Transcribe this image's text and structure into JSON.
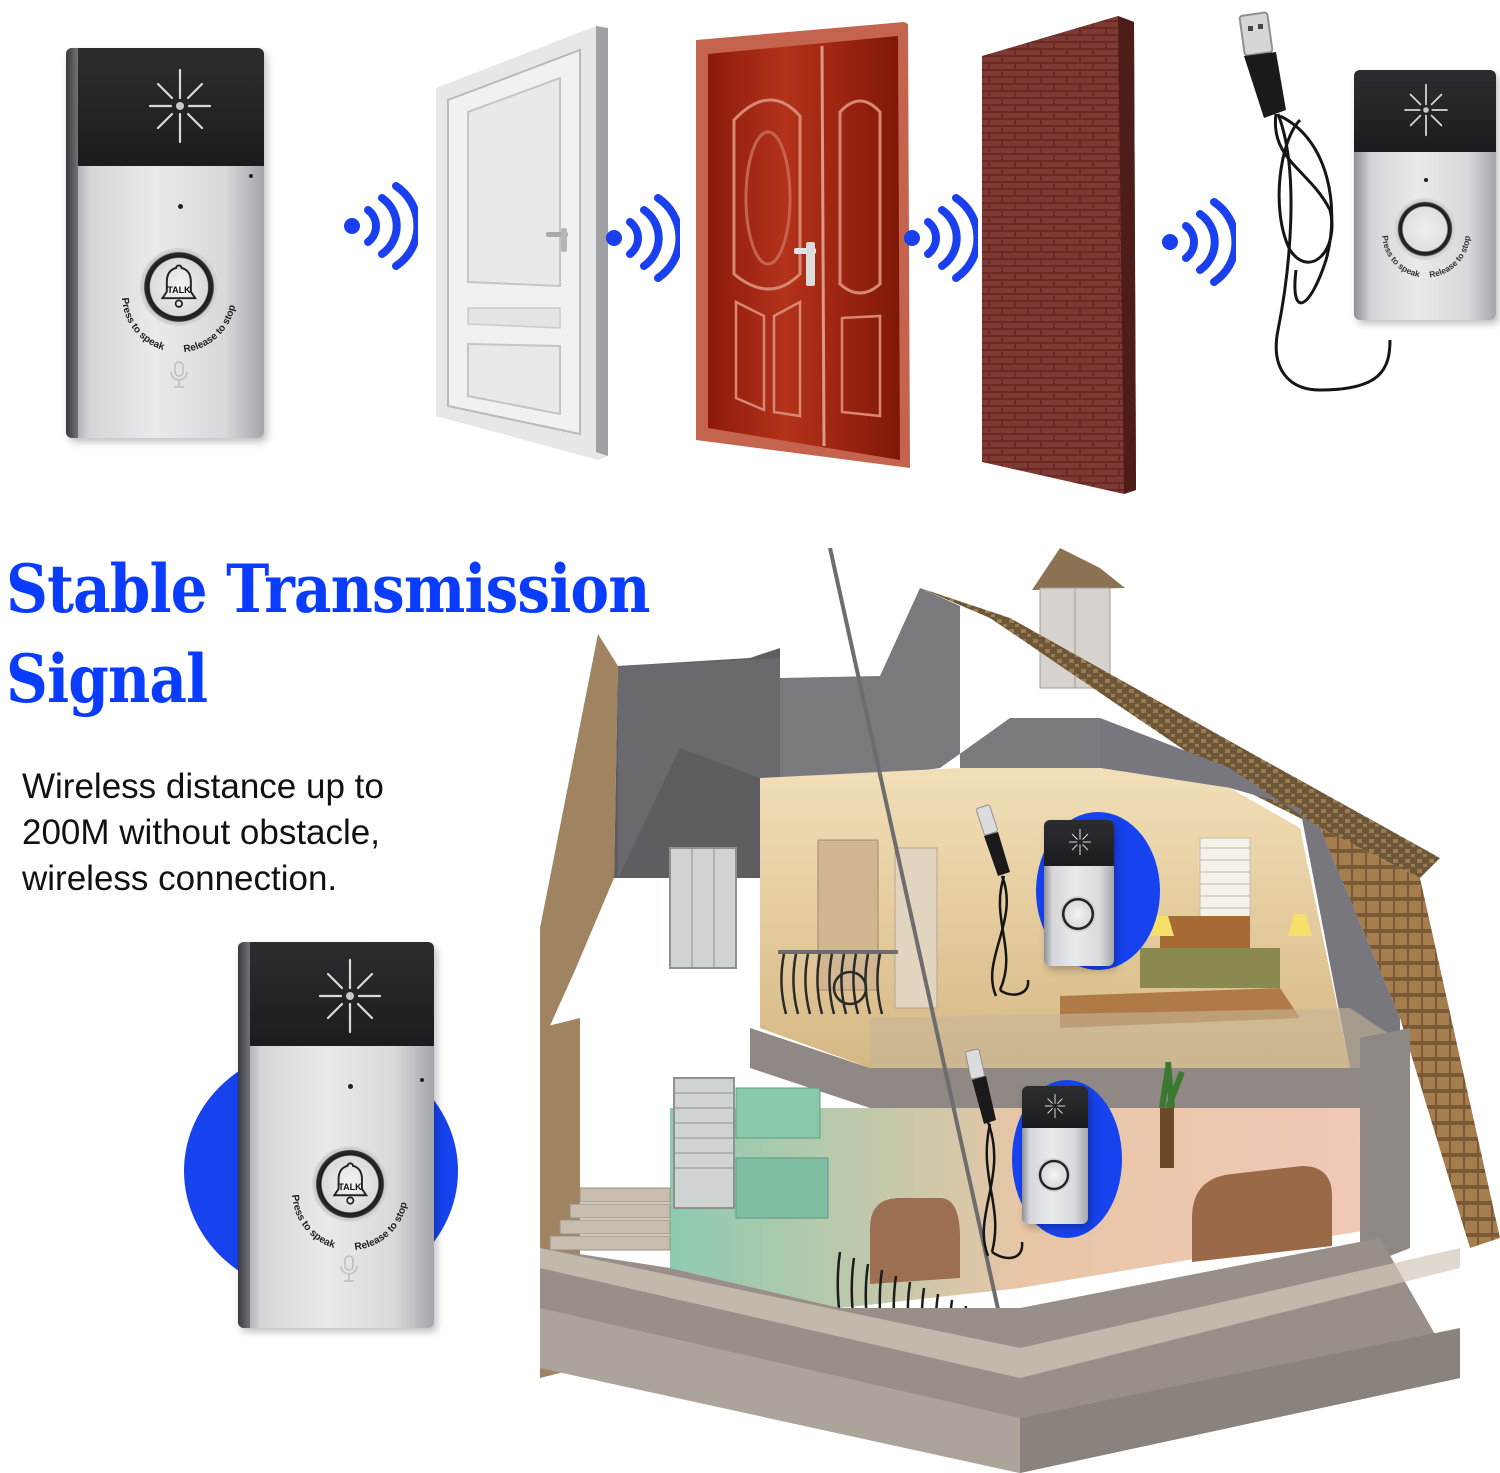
{
  "theme": {
    "accent_blue": "#0a3cff",
    "signal_blue": "#1a3fef",
    "disc_blue": "#1643ee",
    "text_dark": "#111111",
    "device_black": "#1f2024",
    "device_silver": "#dcdde0",
    "red_door": "#a8240f",
    "brick": "#6b2a25"
  },
  "top_row": {
    "items": [
      {
        "type": "device",
        "name": "doorbell-outdoor-unit"
      },
      {
        "type": "signal",
        "name": "wireless-signal-icon"
      },
      {
        "type": "obstacle",
        "name": "white-door"
      },
      {
        "type": "signal",
        "name": "wireless-signal-icon"
      },
      {
        "type": "obstacle",
        "name": "red-double-door"
      },
      {
        "type": "signal",
        "name": "wireless-signal-icon"
      },
      {
        "type": "obstacle",
        "name": "brick-wall"
      },
      {
        "type": "signal",
        "name": "wireless-signal-icon"
      },
      {
        "type": "device",
        "name": "doorbell-indoor-unit-usb"
      }
    ]
  },
  "device": {
    "button_label": "TALK",
    "left_arc_text": "Press to speak",
    "right_arc_text": "Release to stop"
  },
  "headline": {
    "line1": "Stable Transmission",
    "line2": "Signal"
  },
  "description": {
    "line1": "Wireless distance up to",
    "line2": "200M without obstacle,",
    "line3": "wireless connection."
  },
  "house_illustration": {
    "name": "house-cutaway",
    "receivers": [
      "upstairs-bedroom-receiver",
      "downstairs-living-room-receiver"
    ]
  }
}
